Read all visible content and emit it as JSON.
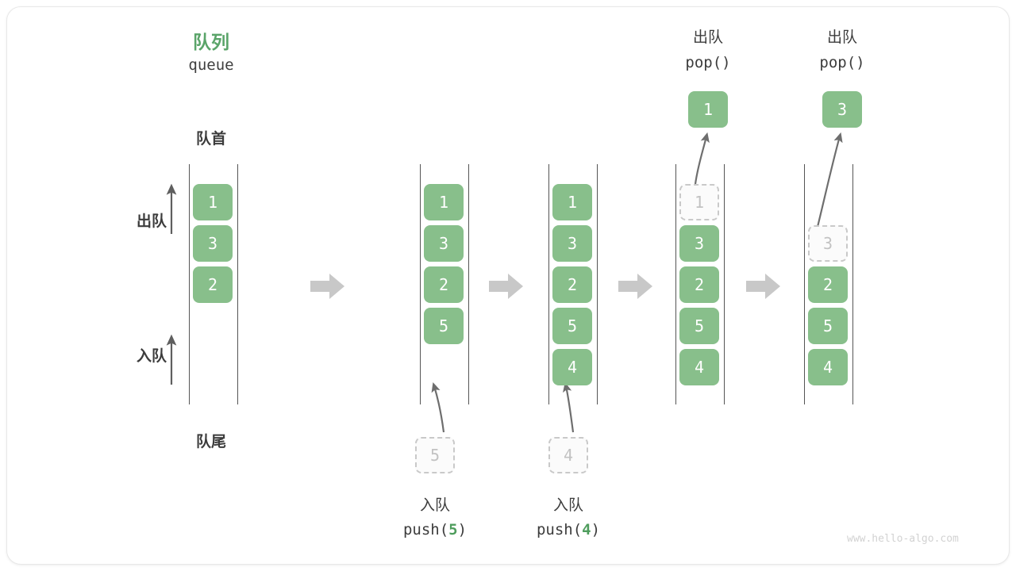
{
  "diagram": {
    "title_cn": "队列",
    "title_en": "queue",
    "front_label": "队首",
    "rear_label": "队尾",
    "dequeue_label": "出队",
    "enqueue_label": "入队",
    "accent_color": "#5aa469",
    "cell_color": "#88bf8b",
    "ghost_color": "#c2c2c2",
    "watermark": "www.hello-algo.com"
  },
  "stages": [
    {
      "name": "initial",
      "cells": [
        {
          "value": "1",
          "state": "filled"
        },
        {
          "value": "3",
          "state": "filled"
        },
        {
          "value": "2",
          "state": "filled"
        }
      ]
    },
    {
      "name": "after-push-5",
      "cells": [
        {
          "value": "1",
          "state": "filled"
        },
        {
          "value": "3",
          "state": "filled"
        },
        {
          "value": "2",
          "state": "filled"
        },
        {
          "value": "5",
          "state": "filled"
        }
      ],
      "caption_cn": "入队",
      "caption_code_prefix": "push(",
      "caption_code_arg": "5",
      "caption_code_suffix": ")",
      "incoming_value": "5"
    },
    {
      "name": "after-push-4",
      "cells": [
        {
          "value": "1",
          "state": "filled"
        },
        {
          "value": "3",
          "state": "filled"
        },
        {
          "value": "2",
          "state": "filled"
        },
        {
          "value": "5",
          "state": "filled"
        },
        {
          "value": "4",
          "state": "filled"
        }
      ],
      "caption_cn": "入队",
      "caption_code_prefix": "push(",
      "caption_code_arg": "4",
      "caption_code_suffix": ")",
      "incoming_value": "4"
    },
    {
      "name": "after-pop-1",
      "cells": [
        {
          "value": "1",
          "state": "ghost"
        },
        {
          "value": "3",
          "state": "filled"
        },
        {
          "value": "2",
          "state": "filled"
        },
        {
          "value": "5",
          "state": "filled"
        },
        {
          "value": "4",
          "state": "filled"
        }
      ],
      "caption_cn": "出队",
      "caption_code": "pop()",
      "popped_value": "1"
    },
    {
      "name": "after-pop-3",
      "cells": [
        {
          "value": "",
          "state": "empty"
        },
        {
          "value": "3",
          "state": "ghost"
        },
        {
          "value": "2",
          "state": "filled"
        },
        {
          "value": "5",
          "state": "filled"
        },
        {
          "value": "4",
          "state": "filled"
        }
      ],
      "caption_cn": "出队",
      "caption_code": "pop()",
      "popped_value": "3"
    }
  ]
}
